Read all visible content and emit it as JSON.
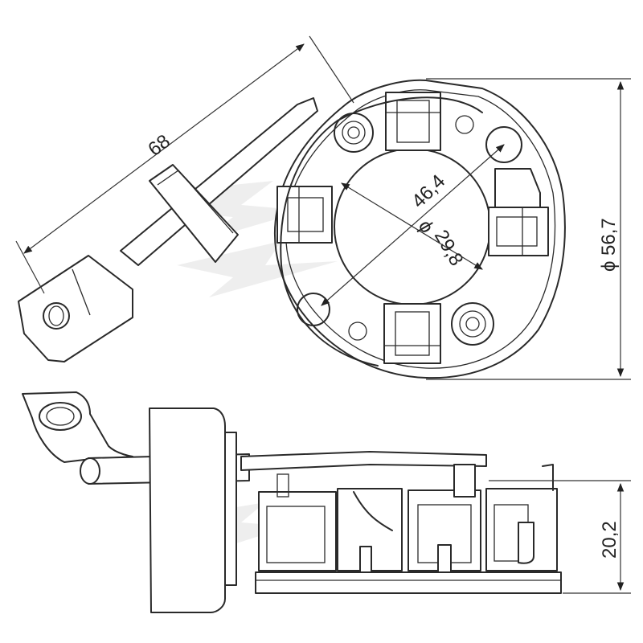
{
  "dimensions": {
    "length": "68",
    "bolt_circle": "46,4",
    "inner_diameter": "29,8",
    "inner_diameter_symbol": "ϕ",
    "outer_diameter": "56,7",
    "outer_diameter_symbol": "ϕ",
    "height": "20,2"
  },
  "colors": {
    "line": "#2a2a2a",
    "background": "#ffffff",
    "watermark": "#eeeeee"
  }
}
